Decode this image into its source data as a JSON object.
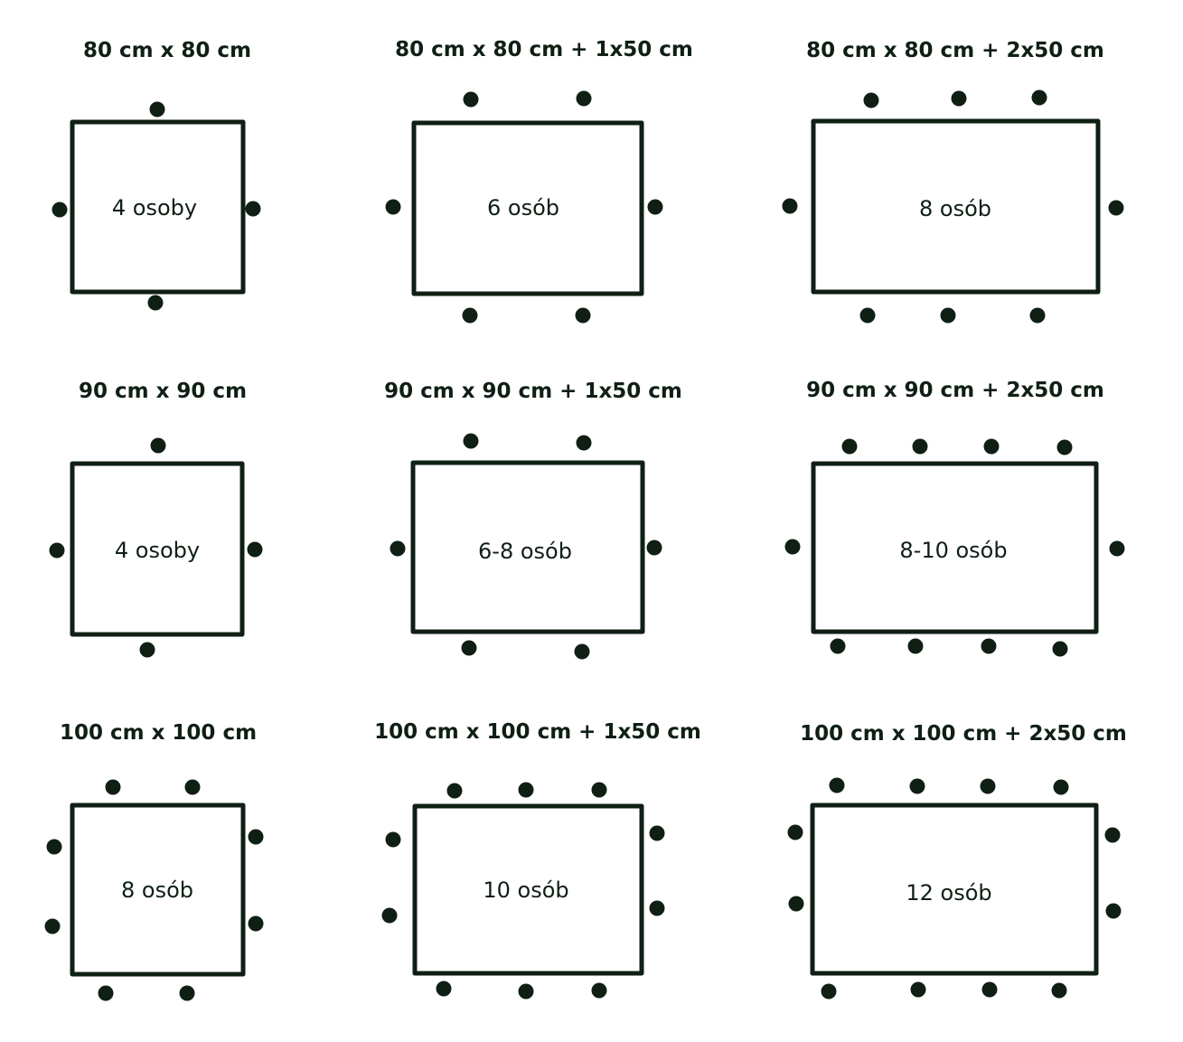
{
  "diagram": {
    "colors": {
      "ink": "#0f1f14",
      "background": "#ffffff"
    },
    "tables": [
      {
        "title": "80 cm x 80 cm",
        "capacity": "4 osoby",
        "chairs": 4
      },
      {
        "title": "80 cm x 80 cm + 1x50 cm",
        "capacity": "6 osób",
        "chairs": 6
      },
      {
        "title": "80 cm x 80 cm + 2x50 cm",
        "capacity": "8 osób",
        "chairs": 8
      },
      {
        "title": "90 cm x 90 cm",
        "capacity": "4 osoby",
        "chairs": 4
      },
      {
        "title": "90 cm x 90 cm + 1x50 cm",
        "capacity": "6-8 osób",
        "chairs": 6
      },
      {
        "title": "90 cm x 90 cm + 2x50 cm",
        "capacity": "8-10 osób",
        "chairs": 10
      },
      {
        "title": "100 cm x 100 cm",
        "capacity": "8 osób",
        "chairs": 8
      },
      {
        "title": "100 cm x 100 cm + 1x50 cm",
        "capacity": "10 osób",
        "chairs": 10
      },
      {
        "title": "100 cm x 100 cm + 2x50 cm",
        "capacity": "12 osób",
        "chairs": 12
      }
    ]
  }
}
